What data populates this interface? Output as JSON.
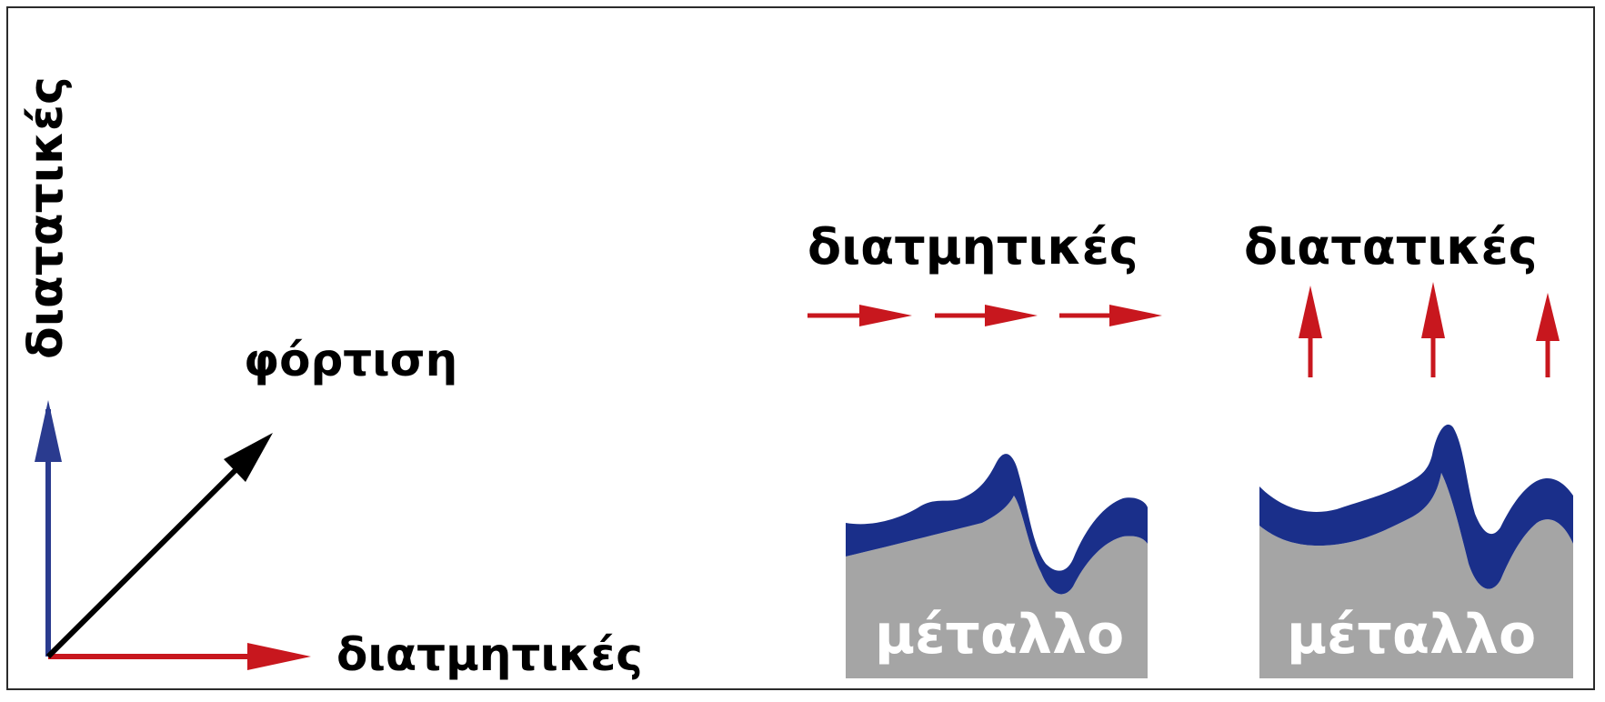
{
  "labels": {
    "vertical_axis": "διατατικές",
    "load": "φόρτιση",
    "horizontal_axis": "διατμητικές",
    "panel_shear_title": "διατμητικές",
    "panel_tensile_title": "διατατικές",
    "metal_left": "μέταλλο",
    "metal_right": "μέταλλο"
  },
  "colors": {
    "shear_arrow": "#c8171e",
    "tensile_arrow": "#2a3b8f",
    "load_arrow": "#000000",
    "coating": "#1a2f8a",
    "metal": "#a5a5a5",
    "frame": "#2b2b2b"
  },
  "icons": {
    "force_arrow": "arrow-icon"
  }
}
